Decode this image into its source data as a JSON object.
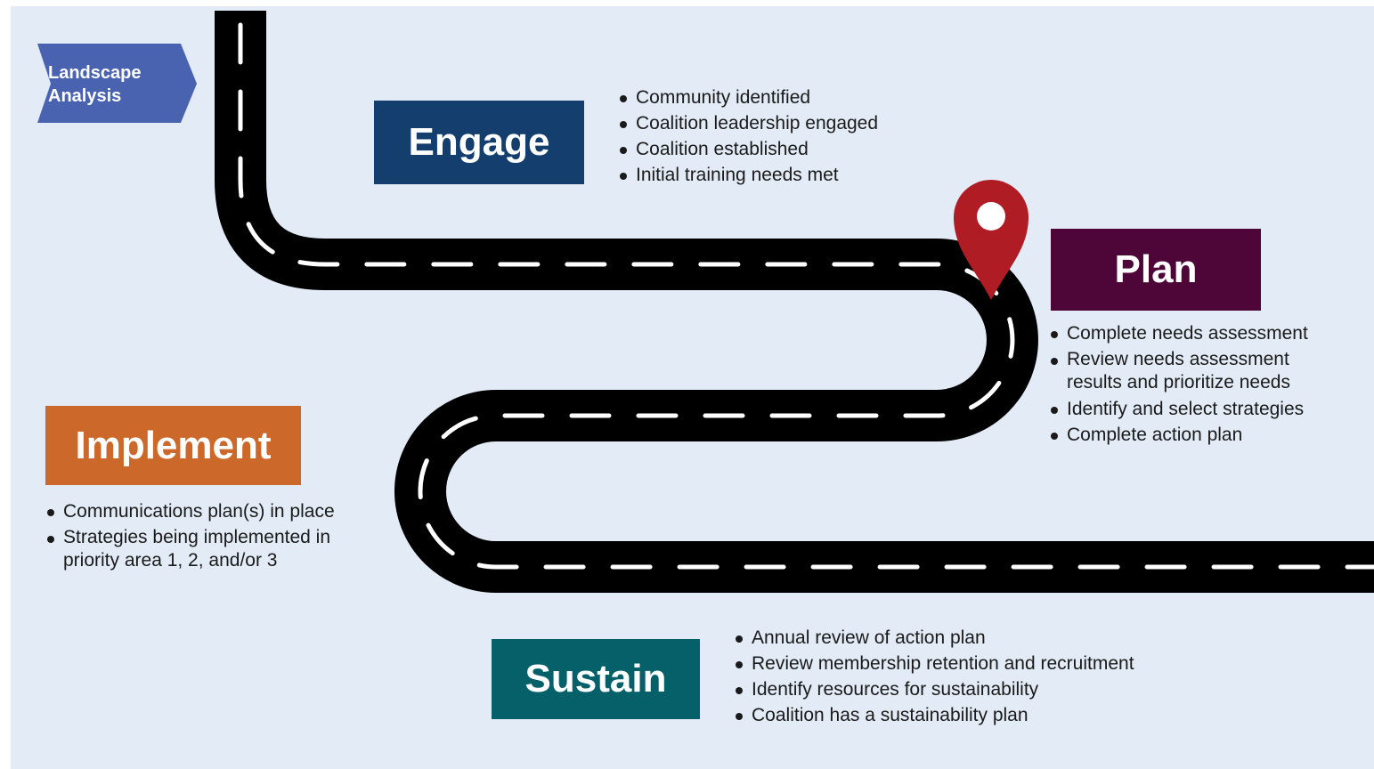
{
  "start_marker": {
    "label": "Landscape\nAnalysis",
    "color": "#4a63b0"
  },
  "stages": {
    "engage": {
      "title": "Engage",
      "color": "#133e6e",
      "items": [
        "Community identified",
        "Coalition leadership engaged",
        "Coalition established",
        "Initial training needs met"
      ]
    },
    "plan": {
      "title": "Plan",
      "color": "#4d0637",
      "items": [
        "Complete needs assessment",
        "Review needs assessment results and prioritize needs",
        "Identify and select strategies",
        "Complete action plan"
      ]
    },
    "implement": {
      "title": "Implement",
      "color": "#cc6829",
      "items": [
        "Communications plan(s) in place",
        "Strategies being implemented in priority area 1, 2, and/or 3"
      ]
    },
    "sustain": {
      "title": "Sustain",
      "color": "#05606a",
      "items": [
        "Annual review of action plan",
        "Review membership retention and recruitment",
        "Identify resources for sustainability",
        "Coalition has a sustainability plan"
      ]
    }
  },
  "road": {
    "color": "#000000",
    "dash_color": "#ffffff"
  },
  "location_pin": {
    "icon": "map-pin-icon",
    "color": "#b01c24"
  },
  "background_color": "#e3ecf6"
}
